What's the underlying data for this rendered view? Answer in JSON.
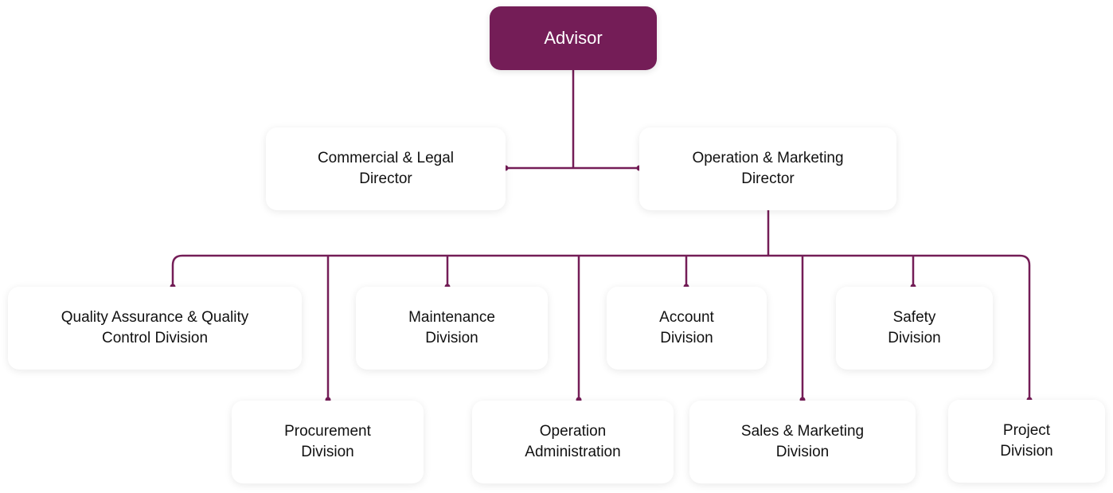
{
  "accent_color": "#741d57",
  "root": {
    "label": "Advisor"
  },
  "directors": [
    {
      "line1": "Commercial & Legal",
      "line2": "Director"
    },
    {
      "line1": "Operation & Marketing",
      "line2": "Director"
    }
  ],
  "divisions_top": [
    {
      "line1": "Quality Assurance & Quality",
      "line2": "Control Division"
    },
    {
      "line1": "Maintenance",
      "line2": "Division"
    },
    {
      "line1": "Account",
      "line2": "Division"
    },
    {
      "line1": "Safety",
      "line2": "Division"
    }
  ],
  "divisions_bottom": [
    {
      "line1": "Procurement",
      "line2": "Division"
    },
    {
      "line1": "Operation",
      "line2": "Administration"
    },
    {
      "line1": "Sales & Marketing",
      "line2": "Division"
    },
    {
      "line1": "Project",
      "line2": "Division"
    }
  ]
}
